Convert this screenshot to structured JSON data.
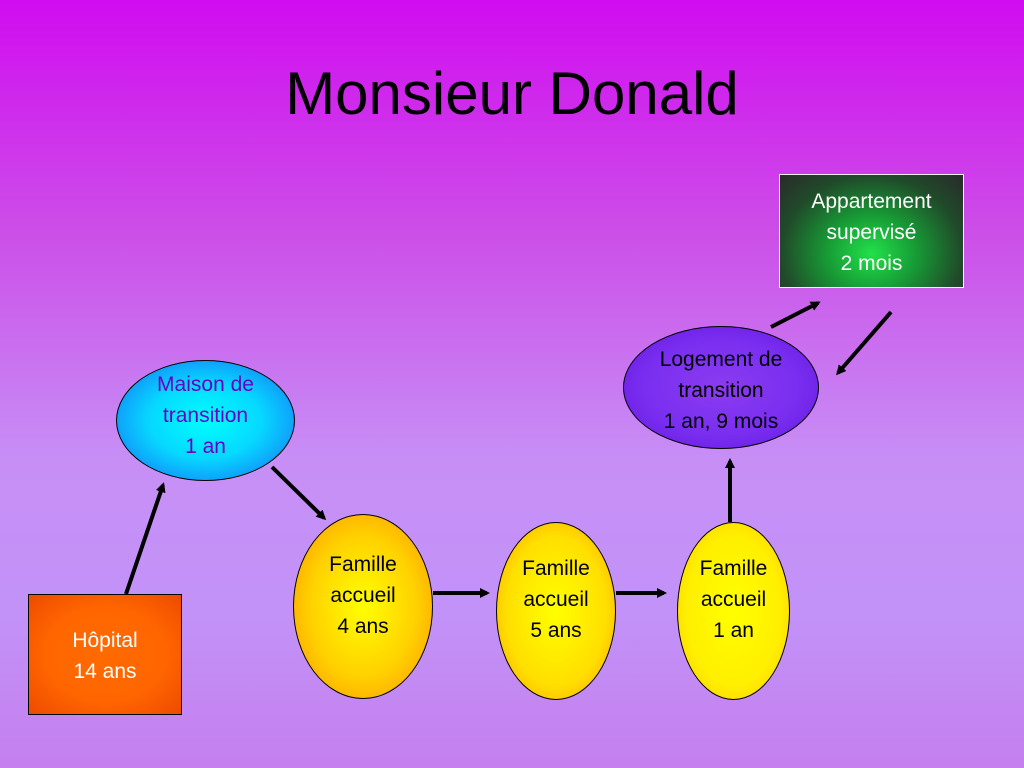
{
  "title": "Monsieur Donald",
  "nodes": {
    "hospital": {
      "line1": "Hôpital",
      "line2": "14 ans",
      "color": "#ff6600"
    },
    "maison": {
      "line1": "Maison de",
      "line2": "transition",
      "line3": "1 an",
      "color": "#00e5ff",
      "text_color": "#6b00c9"
    },
    "famille4": {
      "line1": "Famille",
      "line2": "accueil",
      "line3": "4 ans",
      "color": "#ffcc00"
    },
    "famille5": {
      "line1": "Famille",
      "line2": "accueil",
      "line3": "5 ans",
      "color": "#ffe000"
    },
    "famille1": {
      "line1": "Famille",
      "line2": "accueil",
      "line3": "1 an",
      "color": "#ffee00"
    },
    "logement": {
      "line1": "Logement de",
      "line2": "transition",
      "line3": "1 an, 9 mois",
      "color": "#7a2ef0"
    },
    "appartement": {
      "line1": "Appartement",
      "line2": "supervisé",
      "line3": "2 mois",
      "color": "#179a35"
    }
  },
  "edges": [
    {
      "from": "hospital",
      "to": "maison"
    },
    {
      "from": "maison",
      "to": "famille4"
    },
    {
      "from": "famille4",
      "to": "famille5"
    },
    {
      "from": "famille5",
      "to": "famille1"
    },
    {
      "from": "famille1",
      "to": "logement"
    },
    {
      "from": "logement",
      "to": "appartement"
    },
    {
      "from": "appartement",
      "to": "logement"
    }
  ]
}
